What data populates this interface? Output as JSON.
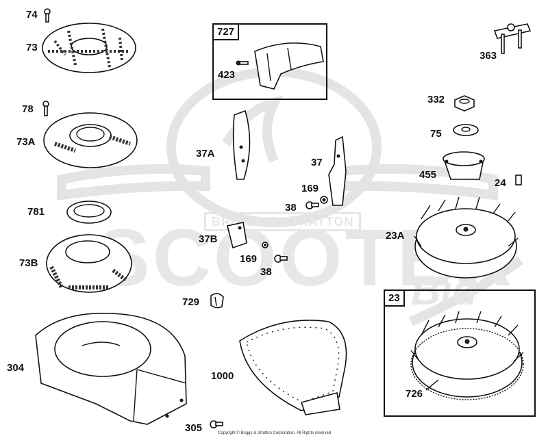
{
  "watermark": {
    "brand": "BRIGGS & STRATTON",
    "big": "SCOOTER",
    "small": "Bid"
  },
  "boxes": {
    "b727": "727",
    "b23": "23"
  },
  "labels": {
    "l74": "74",
    "l73": "73",
    "l78": "78",
    "l73A": "73A",
    "l781": "781",
    "l73B": "73B",
    "l423": "423",
    "l37A": "37A",
    "l37": "37",
    "l169a": "169",
    "l38a": "38",
    "l37B": "37B",
    "l169b": "169",
    "l38b": "38",
    "l729": "729",
    "l304": "304",
    "l1000": "1000",
    "l305": "305",
    "l363": "363",
    "l332": "332",
    "l75": "75",
    "l455": "455",
    "l24": "24",
    "l23A": "23A",
    "l726": "726"
  },
  "copyright": "Copyright © Briggs & Stratton Corporation. All Rights reserved"
}
